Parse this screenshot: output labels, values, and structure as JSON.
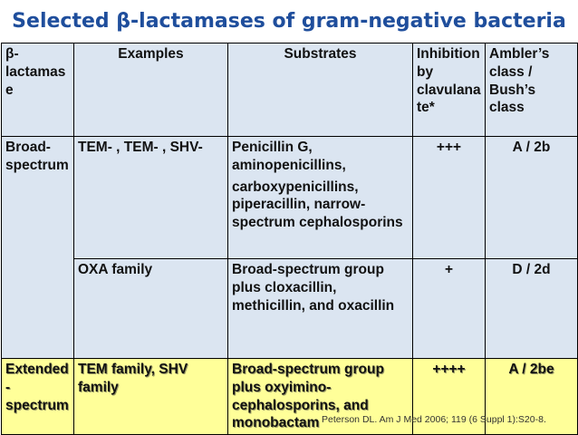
{
  "title": "Selected β-lactamases of gram-negative bacteria",
  "headers": {
    "col1": "β-lactamase",
    "col2": "Examples",
    "col3": "Substrates",
    "col4": "Inhibition by clavulanate*",
    "col5": "Ambler’s class / Bush’s class"
  },
  "rows": [
    {
      "type": "Broad-spectrum",
      "groups": [
        {
          "examples": "TEM-   , TEM-   , SHV-",
          "substrates_1": "Penicillin G, aminopenicillins,",
          "substrates_2": "carboxypenicillins, piperacillin, narrow-spectrum cephalosporins",
          "inhibition": "+++",
          "class": "A / 2b"
        },
        {
          "examples": "OXA family",
          "substrates_1": "Broad-spectrum group plus cloxacillin, methicillin, and oxacillin",
          "inhibition": "+",
          "class": "D / 2d"
        }
      ]
    },
    {
      "type": "Extended-spectrum",
      "examples": "TEM family, SHV family",
      "substrates_1": "Broad-spectrum group plus oxyimino-cephalosporins, and monobactam",
      "inhibition": "++++",
      "class": "A / 2be"
    }
  ],
  "citation": "Peterson DL. Am J Med 2006; 119 (6 Suppl 1):S20-8.",
  "colors": {
    "title": "#1f4e9c",
    "row_blue": "#dbe5f1",
    "row_yellow": "#ffff99"
  }
}
